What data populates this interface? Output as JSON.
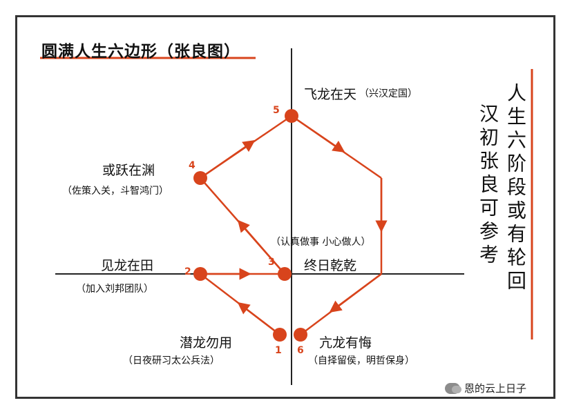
{
  "title": "圆满人生六边形（张良图）",
  "nodes": [
    {
      "id": "1",
      "name": "潜龙勿用",
      "sub": "（日夜研习太公兵法）"
    },
    {
      "id": "2",
      "name": "见龙在田",
      "sub": "（加入刘邦团队）"
    },
    {
      "id": "3",
      "name": "终日乾乾",
      "sub": "（认真做事 小心做人）"
    },
    {
      "id": "4",
      "name": "或跃在渊",
      "sub": "（佐策入关，斗智鸿门）"
    },
    {
      "id": "5",
      "name": "飞龙在天",
      "sub": "（兴汉定国）"
    },
    {
      "id": "6",
      "name": "亢龙有悔",
      "sub": "（自择留侯，明哲保身）"
    }
  ],
  "side_text": {
    "col1": "人生六阶段或有轮回",
    "col2": "汉初张良可参考"
  },
  "watermark": "恩的云上日子",
  "colors": {
    "accent": "#d8441c",
    "ink": "#111111"
  }
}
